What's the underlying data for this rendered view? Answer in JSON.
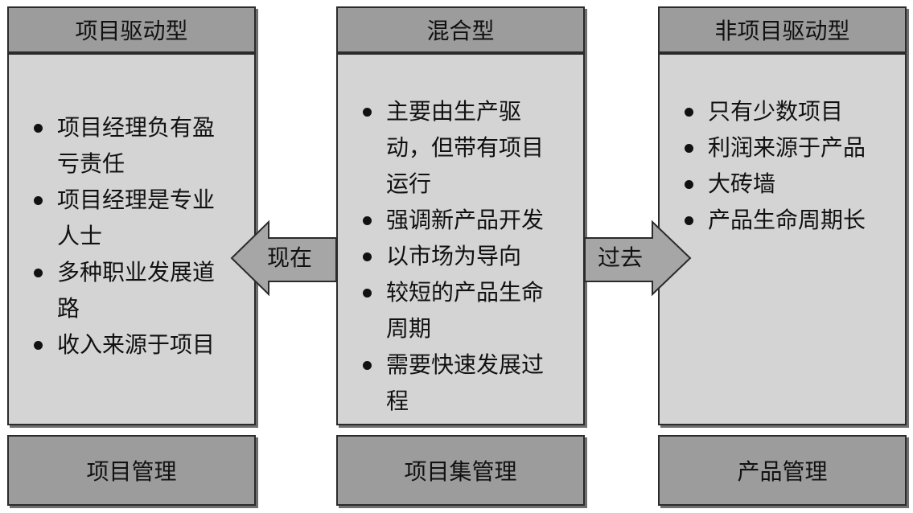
{
  "columns": [
    {
      "header": "项目驱动型",
      "bullets": [
        "项目经理负有盈亏责任",
        "项目经理是专业人士",
        "多种职业发展道路",
        "收入来源于项目"
      ],
      "footer": "项目管理"
    },
    {
      "header": "混合型",
      "bullets": [
        "主要由生产驱动，但带有项目运行",
        "强调新产品开发",
        "以市场为导向",
        "较短的产品生命周期",
        "需要快速发展过程"
      ],
      "footer": "项目集管理"
    },
    {
      "header": "非项目驱动型",
      "bullets": [
        "只有少数项目",
        "利润来源于产品",
        "大砖墙",
        "产品生命周期长"
      ],
      "footer": "产品管理"
    }
  ],
  "arrows": {
    "left_label": "现在",
    "right_label": "过去"
  },
  "colors": {
    "header_fill": "#9c9c9c",
    "panel_fill": "#d4d4d4",
    "arrow_fill": "#a6a6a6",
    "border": "#2b2b2b"
  }
}
